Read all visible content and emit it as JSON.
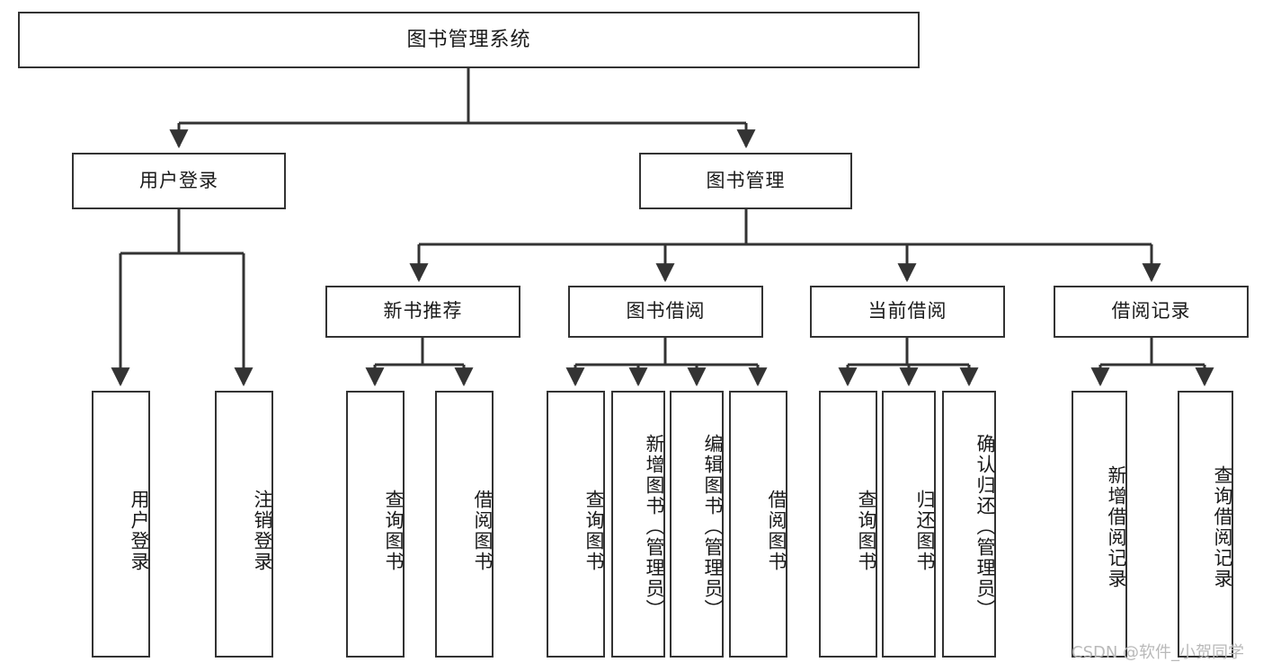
{
  "diagram": {
    "type": "tree",
    "title": "图书管理系统",
    "root": {
      "id": "root",
      "label": "图书管理系统"
    },
    "level2": [
      {
        "id": "user-login",
        "label": "用户登录"
      },
      {
        "id": "book-manage",
        "label": "图书管理"
      }
    ],
    "level3": [
      {
        "id": "new-book-rec",
        "label": "新书推荐"
      },
      {
        "id": "book-borrow",
        "label": "图书借阅"
      },
      {
        "id": "current-borrow",
        "label": "当前借阅"
      },
      {
        "id": "borrow-record",
        "label": "借阅记录"
      }
    ],
    "leaves": {
      "user-login": [
        {
          "id": "leaf-user-login",
          "label": "用户登录"
        },
        {
          "id": "leaf-logout",
          "label": "注销登录"
        }
      ],
      "new-book-rec": [
        {
          "id": "leaf-query-book-1",
          "label": "查询图书"
        },
        {
          "id": "leaf-borrow-book-1",
          "label": "借阅图书"
        }
      ],
      "book-borrow": [
        {
          "id": "leaf-query-book-2",
          "label": "查询图书"
        },
        {
          "id": "leaf-add-book",
          "label": "新增图书（管理员）"
        },
        {
          "id": "leaf-edit-book",
          "label": "编辑图书（管理员）"
        },
        {
          "id": "leaf-borrow-book-2",
          "label": "借阅图书"
        }
      ],
      "current-borrow": [
        {
          "id": "leaf-query-book-3",
          "label": "查询图书"
        },
        {
          "id": "leaf-return-book",
          "label": "归还图书"
        },
        {
          "id": "leaf-confirm-return",
          "label": "确认归还（管理员）"
        }
      ],
      "borrow-record": [
        {
          "id": "leaf-add-record",
          "label": "新增借阅记录"
        },
        {
          "id": "leaf-query-record",
          "label": "查询借阅记录"
        }
      ]
    }
  },
  "watermark": {
    "text": "CSDN @软件_小贺同学"
  },
  "colors": {
    "stroke": "#333333",
    "box_fill": "#ffffff",
    "text": "#1a1a1a",
    "watermark": "#b9b9b9",
    "background": "#ffffff"
  }
}
